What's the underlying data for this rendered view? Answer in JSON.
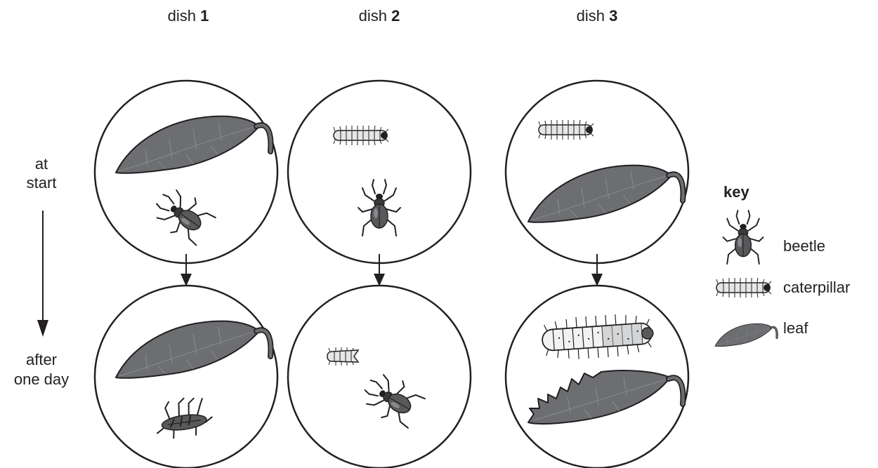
{
  "columns": [
    {
      "prefix": "dish ",
      "number": "1"
    },
    {
      "prefix": "dish ",
      "number": "2"
    },
    {
      "prefix": "dish ",
      "number": "3"
    }
  ],
  "rows": {
    "start_line1": "at",
    "start_line2": "start",
    "after_line1": "after",
    "after_line2": "one day"
  },
  "key": {
    "title": "key",
    "items": [
      {
        "label": "beetle",
        "icon": "beetle-icon"
      },
      {
        "label": "caterpillar",
        "icon": "caterpillar-icon"
      },
      {
        "label": "leaf",
        "icon": "leaf-icon"
      }
    ]
  },
  "colors": {
    "ink": "#231f20",
    "leaf": "#6d6e71",
    "caterpillar": "#e6e6e6"
  }
}
